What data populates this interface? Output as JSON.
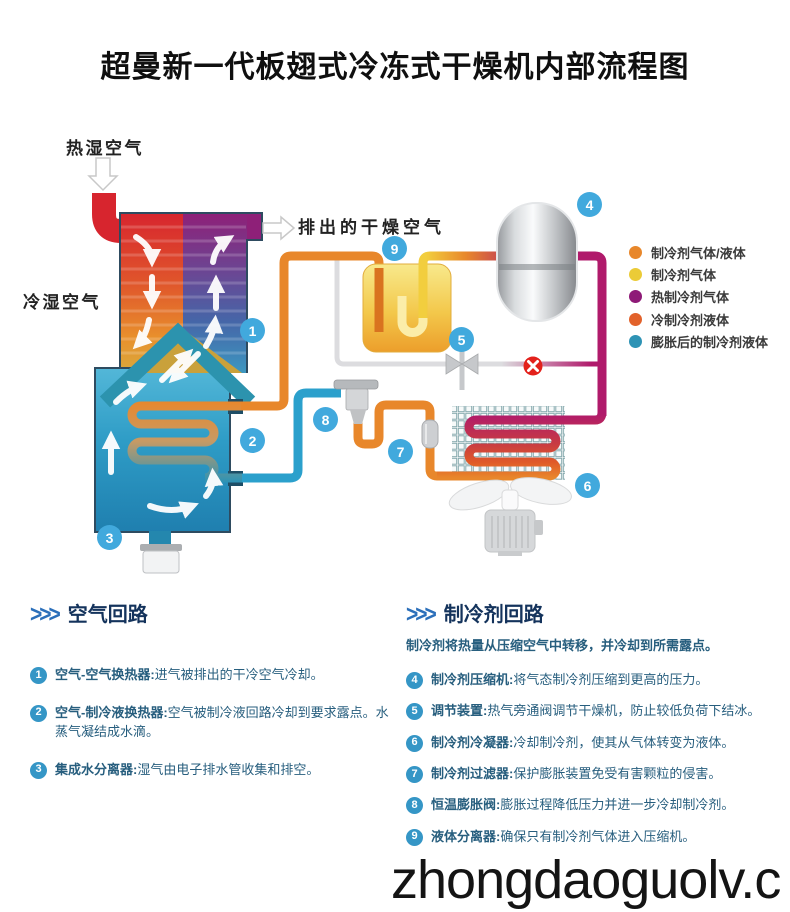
{
  "title": "超曼新一代板翅式冷冻式干燥机内部流程图",
  "diagram": {
    "labels": {
      "hot_humid_air": "热湿空气",
      "cold_humid_air": "冷湿空气",
      "dry_air_out": "排出的干燥空气"
    },
    "badges": [
      "1",
      "2",
      "3",
      "4",
      "5",
      "6",
      "7",
      "8",
      "9"
    ],
    "legend": {
      "items": [
        {
          "label": "制冷剂气体/液体",
          "color": "#e8872b"
        },
        {
          "label": "制冷剂气体",
          "color": "#ebcb37"
        },
        {
          "label": "热制冷剂气体",
          "color": "#8e1a77"
        },
        {
          "label": "冷制冷剂液体",
          "color": "#e2622b"
        },
        {
          "label": "膨胀后的制冷剂液体",
          "color": "#2e93b5"
        }
      ]
    }
  },
  "sections": {
    "chevron_icon": ">>>",
    "air": {
      "title": "空气回路",
      "items": [
        {
          "num": "1",
          "name": "空气-空气换热器:",
          "desc": "进气被排出的干冷空气冷却。"
        },
        {
          "num": "2",
          "name": "空气-制冷液换热器:",
          "desc": "空气被制冷液回路冷却到要求露点。水蒸气凝结成水滴。"
        },
        {
          "num": "3",
          "name": "集成水分离器:",
          "desc": "湿气由电子排水管收集和排空。"
        }
      ]
    },
    "refrigerant": {
      "title": "制冷剂回路",
      "subtitle": "制冷剂将热量从压缩空气中转移，并冷却到所需露点。",
      "items": [
        {
          "num": "4",
          "name": "制冷剂压缩机:",
          "desc": "将气态制冷剂压缩到更高的压力。"
        },
        {
          "num": "5",
          "name": "调节装置:",
          "desc": "热气旁通阀调节干燥机，防止较低负荷下结冰。"
        },
        {
          "num": "6",
          "name": "制冷剂冷凝器:",
          "desc": "冷却制冷剂，使其从气体转变为液体。"
        },
        {
          "num": "7",
          "name": "制冷剂过滤器:",
          "desc": "保护膨胀装置免受有害颗粒的侵害。"
        },
        {
          "num": "8",
          "name": "恒温膨胀阀:",
          "desc": "膨胀过程降低压力并进一步冷却制冷剂。"
        },
        {
          "num": "9",
          "name": "液体分离器:",
          "desc": "确保只有制冷剂气体进入压缩机。"
        }
      ]
    }
  },
  "watermark": "zhongdaoguolv.c"
}
